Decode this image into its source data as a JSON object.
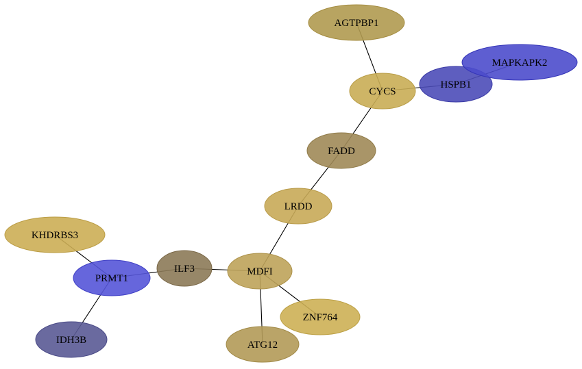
{
  "graph": {
    "nodes": [
      {
        "id": "AGTPBP1",
        "label": "AGTPBP1",
        "fill": "#b09a50",
        "stroke": "#a48c40"
      },
      {
        "id": "MAPKAPK2",
        "label": "MAPKAPK2",
        "fill": "#4d4dcc",
        "stroke": "#3535b8"
      },
      {
        "id": "HSPB1",
        "label": "HSPB1",
        "fill": "#4c4cb8",
        "stroke": "#3a3aa5"
      },
      {
        "id": "CYCS",
        "label": "CYCS",
        "fill": "#c9ad55",
        "stroke": "#b89c45"
      },
      {
        "id": "FADD",
        "label": "FADD",
        "fill": "#a08a58",
        "stroke": "#8f7a48"
      },
      {
        "id": "LRDD",
        "label": "LRDD",
        "fill": "#c8aa58",
        "stroke": "#b89a48"
      },
      {
        "id": "KHDRBS3",
        "label": "KHDRBS3",
        "fill": "#ccae55",
        "stroke": "#bb9d45"
      },
      {
        "id": "PRMT1",
        "label": "PRMT1",
        "fill": "#5555d8",
        "stroke": "#4040c5"
      },
      {
        "id": "ILF3",
        "label": "ILF3",
        "fill": "#8c7a58",
        "stroke": "#7a6848"
      },
      {
        "id": "MDFI",
        "label": "MDFI",
        "fill": "#bea35a",
        "stroke": "#ad924a"
      },
      {
        "id": "ZNF764",
        "label": "ZNF764",
        "fill": "#cdb055",
        "stroke": "#bca045"
      },
      {
        "id": "IDH3B",
        "label": "IDH3B",
        "fill": "#5a5a95",
        "stroke": "#484885"
      },
      {
        "id": "ATG12",
        "label": "ATG12",
        "fill": "#b29a58",
        "stroke": "#a18a48"
      }
    ],
    "edges": [
      {
        "from": "AGTPBP1",
        "to": "CYCS"
      },
      {
        "from": "CYCS",
        "to": "HSPB1"
      },
      {
        "from": "HSPB1",
        "to": "MAPKAPK2"
      },
      {
        "from": "CYCS",
        "to": "FADD"
      },
      {
        "from": "FADD",
        "to": "LRDD"
      },
      {
        "from": "LRDD",
        "to": "MDFI"
      },
      {
        "from": "MDFI",
        "to": "ILF3"
      },
      {
        "from": "ILF3",
        "to": "PRMT1"
      },
      {
        "from": "PRMT1",
        "to": "KHDRBS3"
      },
      {
        "from": "PRMT1",
        "to": "IDH3B"
      },
      {
        "from": "MDFI",
        "to": "ZNF764"
      },
      {
        "from": "MDFI",
        "to": "ATG12"
      }
    ]
  }
}
